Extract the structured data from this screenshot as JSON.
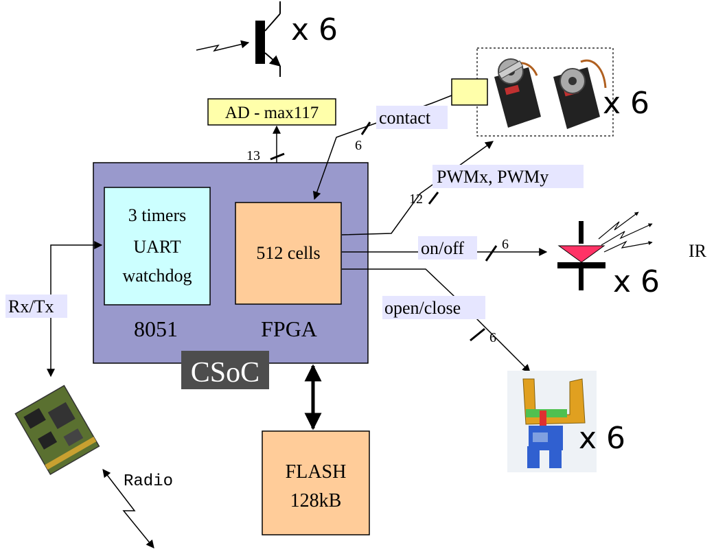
{
  "labels": {
    "ad_converter": "AD - max117",
    "bus_13": "13",
    "contact": "contact",
    "bus_6_contact": "6",
    "mult_transistor": "x 6",
    "mult_servo": "x 6",
    "pwm": "PWMx, PWMy",
    "bus_12": "12",
    "on_off": "on/off",
    "bus_6_ir": "6",
    "ir": "IR",
    "mult_ir": "x 6",
    "open_close": "open/close",
    "bus_6_gripper": "6",
    "mult_gripper": "x 6",
    "mcu_lines": [
      "3 timers",
      "UART",
      "watchdog"
    ],
    "mcu_name": "8051",
    "fpga_cells": "512 cells",
    "fpga_name": "FPGA",
    "csoc": "CSoC",
    "rxtx": "Rx/Tx",
    "radio": "Radio",
    "flash_lines": [
      "FLASH",
      "128kB"
    ]
  },
  "colors": {
    "csoc_block": "#9999cc",
    "mcu_block": "#ccffff",
    "fpga_block": "#ffcc99",
    "flash_block": "#ffcc99",
    "ad_block": "#ffffaa",
    "label_bg": "#e6e6ff",
    "csoc_label_bg": "#4d4d4d",
    "ir_diode": "#ff3366"
  },
  "icons": [
    "transistor-icon",
    "servo-icon",
    "ir-led-icon",
    "gripper-icon",
    "radio-module-icon",
    "radio-wave-icon"
  ]
}
